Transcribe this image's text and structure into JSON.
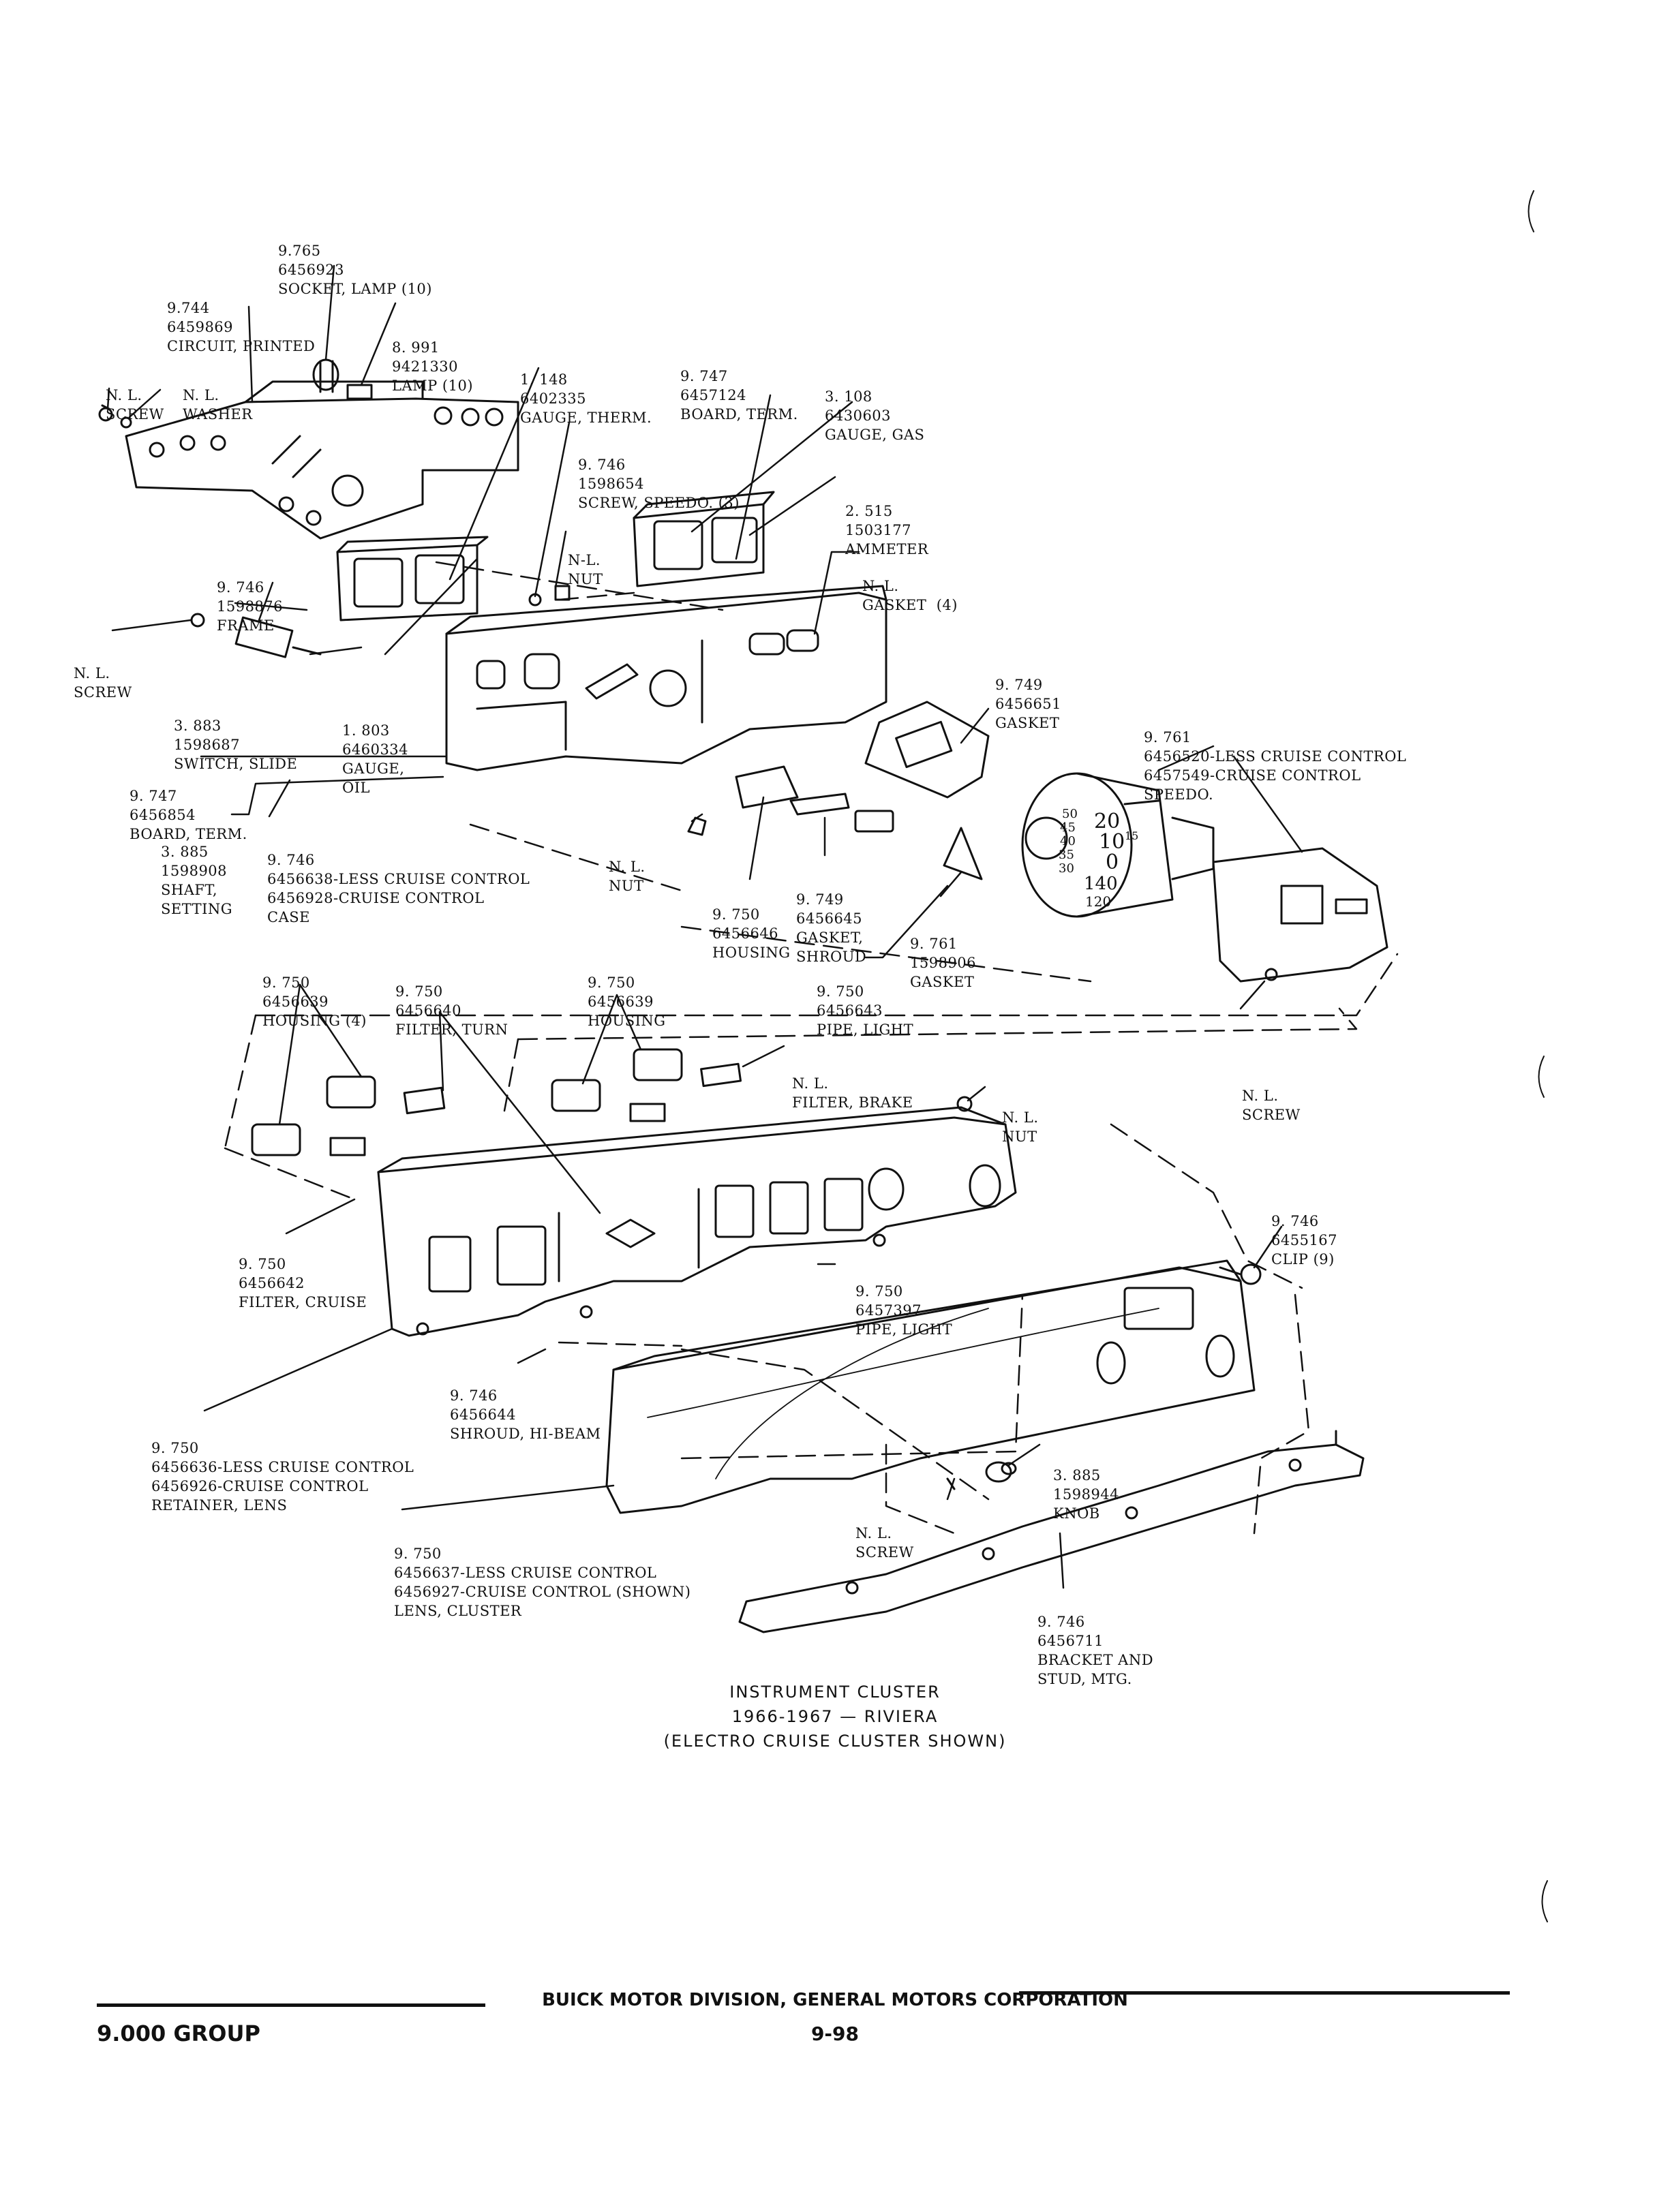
{
  "callouts": [
    {
      "lines": [
        "9.765",
        "6456923",
        "SOCKET, LAMP (10)"
      ]
    },
    {
      "lines": [
        "9.744",
        "6459869",
        "CIRCUIT, PRINTED"
      ]
    },
    {
      "lines": [
        "N. L.",
        "SCREW"
      ]
    },
    {
      "lines": [
        "N. L.",
        "WASHER"
      ]
    },
    {
      "lines": [
        "8. 991",
        "9421330",
        "LAMP (10)"
      ]
    },
    {
      "lines": [
        "1. 148",
        "6402335",
        "GAUGE, THERM."
      ]
    },
    {
      "lines": [
        "9. 747",
        "6457124",
        "BOARD, TERM."
      ]
    },
    {
      "lines": [
        "3. 108",
        "6430603",
        "GAUGE, GAS"
      ]
    },
    {
      "lines": [
        "9. 746",
        "1598654",
        "SCREW, SPEEDO. (3)"
      ]
    },
    {
      "lines": [
        "2. 515",
        "1503177",
        "AMMETER"
      ]
    },
    {
      "lines": [
        "N-L.",
        "NUT"
      ]
    },
    {
      "lines": [
        "N. L.",
        "GASKET  (4)"
      ]
    },
    {
      "lines": [
        "9. 746",
        "1598876",
        "FRAME"
      ]
    },
    {
      "lines": [
        "N. L.",
        "SCREW"
      ]
    },
    {
      "lines": [
        "3. 883",
        "1598687",
        "SWITCH, SLIDE"
      ]
    },
    {
      "lines": [
        "1. 803",
        "6460334",
        "GAUGE,",
        "OIL"
      ]
    },
    {
      "lines": [
        "9. 749",
        "6456651",
        "GASKET"
      ]
    },
    {
      "lines": [
        "9. 761",
        "6456520-LESS CRUISE CONTROL",
        "6457549-CRUISE CONTROL",
        "SPEEDO."
      ]
    },
    {
      "lines": [
        "9. 747",
        "6456854",
        "BOARD, TERM."
      ]
    },
    {
      "lines": [
        "3. 885",
        "1598908",
        "SHAFT,",
        "SETTING"
      ]
    },
    {
      "lines": [
        "9. 746",
        "6456638-LESS CRUISE CONTROL",
        "6456928-CRUISE CONTROL",
        "CASE"
      ]
    },
    {
      "lines": [
        "N. L.",
        "NUT"
      ]
    },
    {
      "lines": [
        "9. 750",
        "6456646",
        "HOUSING"
      ]
    },
    {
      "lines": [
        "9. 749",
        "6456645",
        "GASKET,",
        "SHROUD"
      ]
    },
    {
      "lines": [
        "9. 761",
        "1598906",
        "GASKET"
      ]
    },
    {
      "lines": [
        "9. 750",
        "6456643",
        "PIPE, LIGHT"
      ]
    },
    {
      "lines": [
        "9. 750",
        "6456639",
        "HOUSING (4)"
      ]
    },
    {
      "lines": [
        "9. 750",
        "6456640",
        "FILTER, TURN"
      ]
    },
    {
      "lines": [
        "9. 750",
        "6456639",
        "HOUSING"
      ]
    },
    {
      "lines": [
        "N. L.",
        "FILTER, BRAKE"
      ]
    },
    {
      "lines": [
        "N. L.",
        "NUT"
      ]
    },
    {
      "lines": [
        "N. L.",
        "SCREW"
      ]
    },
    {
      "lines": [
        "9. 746",
        "6455167",
        "CLIP (9)"
      ]
    },
    {
      "lines": [
        "9. 750",
        "6456642",
        "FILTER, CRUISE"
      ]
    },
    {
      "lines": [
        "9. 750",
        "6457397",
        "PIPE, LIGHT"
      ]
    },
    {
      "lines": [
        "9. 746",
        "6456644",
        "SHROUD, HI-BEAM"
      ]
    },
    {
      "lines": [
        "9. 750",
        "6456636-LESS CRUISE CONTROL",
        "6456926-CRUISE CONTROL",
        "RETAINER, LENS"
      ]
    },
    {
      "lines": [
        "3. 885",
        "1598944",
        "KNOB"
      ]
    },
    {
      "lines": [
        "N. L.",
        "SCREW"
      ]
    },
    {
      "lines": [
        "9. 750",
        "6456637-LESS CRUISE CONTROL",
        "6456927-CRUISE CONTROL (SHOWN)",
        "LENS, CLUSTER"
      ]
    },
    {
      "lines": [
        "9. 746",
        "6456711",
        "BRACKET AND",
        "STUD, MTG."
      ]
    }
  ],
  "caption": [
    "INSTRUMENT CLUSTER",
    "1966-1967 — RIVIERA",
    "(ELECTRO CRUISE CLUSTER SHOWN)"
  ],
  "footer": {
    "group": "9.000 GROUP",
    "publisher": "BUICK MOTOR DIVISION, GENERAL MOTORS CORPORATION",
    "page": "9-98"
  },
  "speedo_dial": [
    "20",
    "10",
    "0",
    "140",
    "120",
    "50",
    "45",
    "40",
    "35",
    "30",
    "15"
  ]
}
